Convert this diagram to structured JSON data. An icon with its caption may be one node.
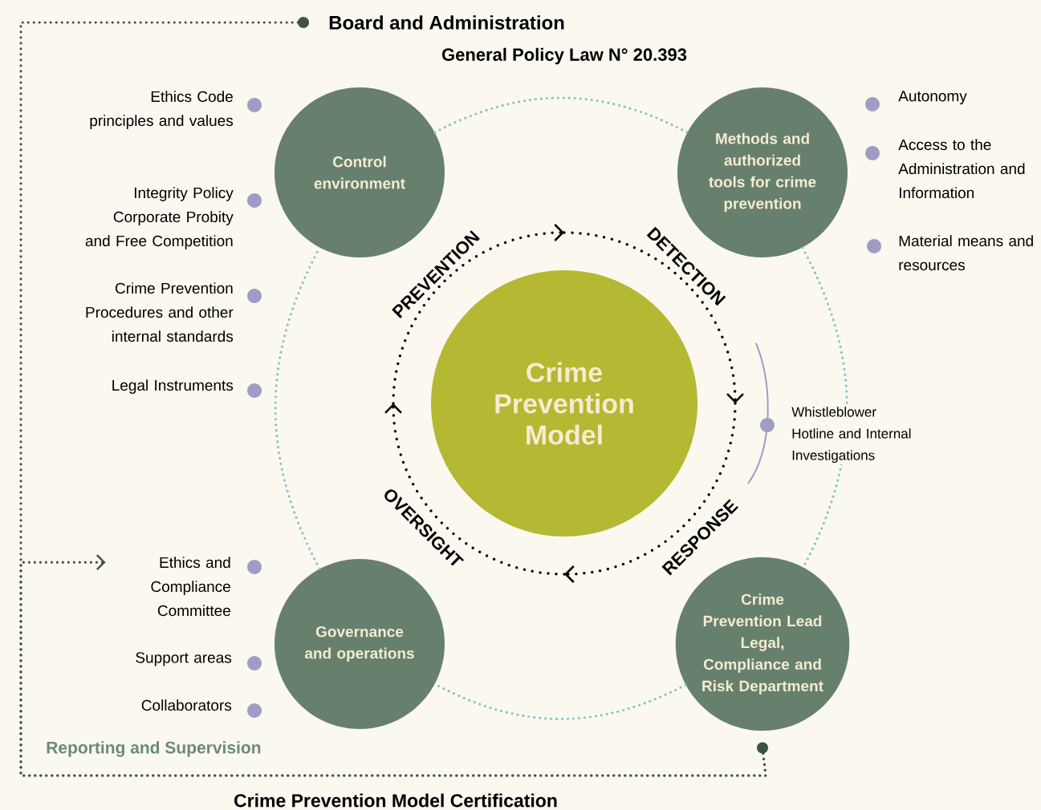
{
  "diagram": {
    "nodes": [
      {
        "text": [
          "Crime Prevention Model"
        ]
      },
      {
        "text": [
          "Control environment"
        ]
      },
      {
        "text": [
          "Methods and authorized tools for crime prevention"
        ]
      },
      {
        "text": [
          "Crime Prevention Lead",
          "Legal, Compliance and Risk Department"
        ]
      },
      {
        "text": [
          "Governance and operations"
        ]
      },
      {
        "text": [
          "Board and Administration"
        ]
      },
      {
        "text": [
          "Ethics and Compliance Committee"
        ]
      }
    ],
    "edges": [
      {
        "from": 1,
        "to": 2,
        "arrow": "none",
        "style": "dashed"
      },
      {
        "from": 2,
        "to": 3,
        "arrow": "none",
        "style": "dashed"
      },
      {
        "from": 3,
        "to": 4,
        "arrow": "none",
        "style": "dashed"
      },
      {
        "from": 4,
        "to": 1,
        "arrow": "none",
        "style": "dashed"
      },
      {
        "from": 3,
        "to": 5,
        "arrow": "other",
        "style": "dashed",
        "color": "#3f5340"
      },
      {
        "from": 3,
        "to": 6,
        "arrow": "to",
        "style": "dashed",
        "color": "#3f5340"
      }
    ],
    "labels": [
      "General Policy Law N° 20.393",
      "Ethics Code",
      "principles and values",
      "Integrity Policy",
      "Corporate Probity and Free Competition",
      "Crime Prevention Procedures and other internal standards",
      "Legal Instruments",
      "Autonomy",
      "Access to the Administration and Information",
      "Material means and resources",
      "PREVENTION",
      "DETECTION",
      "Whistleblower Hotline and Internal Investigations",
      "OVERSIGHT",
      "RESPONSE",
      "Support areas",
      "Collaborators",
      "Reporting and Supervision",
      "Crime Prevention Model Certification"
    ]
  }
}
